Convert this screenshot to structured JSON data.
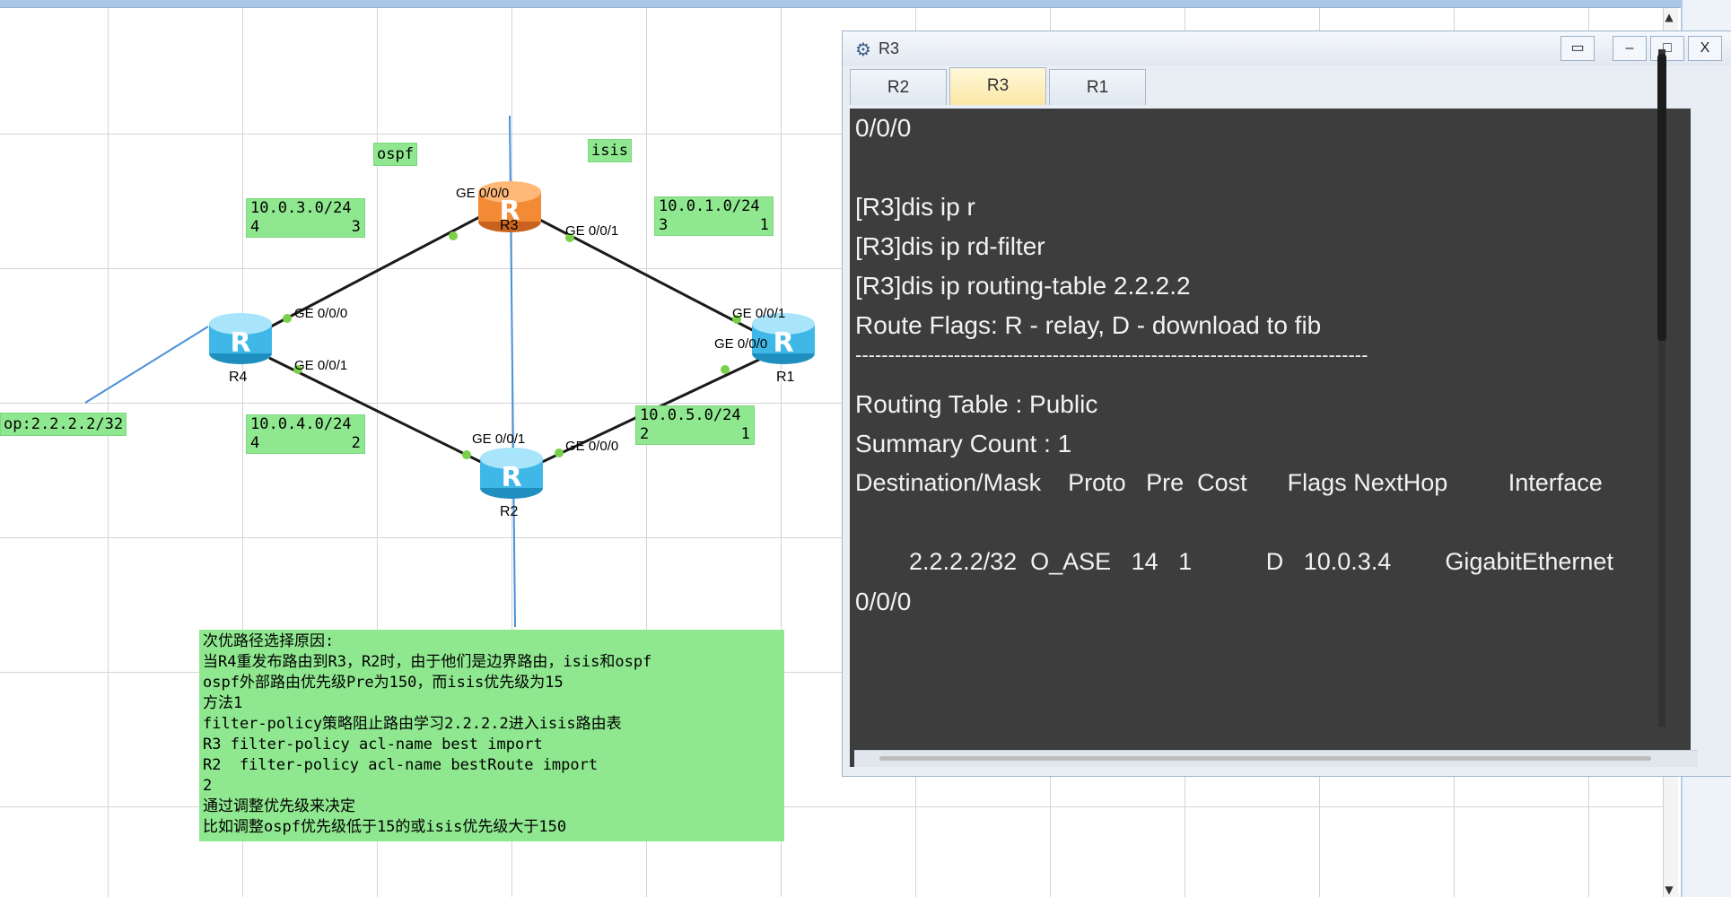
{
  "topology": {
    "routers": {
      "r3": "R3",
      "r4": "R4",
      "r1": "R1",
      "r2": "R2"
    },
    "router_glyph": "R",
    "ports": {
      "r3_ge000": "GE 0/0/0",
      "r3_ge001": "GE 0/0/1",
      "r4_ge000": "GE 0/0/0",
      "r4_ge001": "GE 0/0/1",
      "r1_ge001": "GE 0/0/1",
      "r1_ge000": "GE 0/0/0",
      "r2_ge001": "GE 0/0/1",
      "r2_ge000": "GE 0/0/0"
    },
    "labels": {
      "ospf": "ospf",
      "isis": "isis",
      "loopback": "op:2.2.2.2/32"
    },
    "links": {
      "r4_r3": {
        "net": "10.0.3.0/24",
        "left": "4",
        "right": "3"
      },
      "r3_r1": {
        "net": "10.0.1.0/24",
        "left": "3",
        "right": "1"
      },
      "r4_r2": {
        "net": "10.0.4.0/24",
        "left": "4",
        "right": "2"
      },
      "r2_r1": {
        "net": "10.0.5.0/24",
        "left": "2",
        "right": "1"
      }
    },
    "colors": {
      "router_blue": "#3fb8e8",
      "router_orange": "#f28a36",
      "note_green": "#8fe88f",
      "link_line": "#1a1a1a",
      "area_line": "#4a90d9",
      "port_dot": "#7ad04a"
    }
  },
  "note": {
    "lines": [
      "次优路径选择原因:",
      "当R4重发布路由到R3，R2时，由于他们是边界路由，isis和ospf",
      "ospf外部路由优先级Pre为150，而isis优先级为15",
      "方法1",
      "filter-policy策略阻止路由学习2.2.2.2进入isis路由表",
      "R3 filter-policy acl-name best import",
      "R2  filter-policy acl-name bestRoute import",
      "2",
      "通过调整优先级来决定",
      "比如调整ospf优先级低于15的或isis优先级大于150"
    ]
  },
  "console": {
    "title": "R3",
    "window_icon": "network-icon",
    "buttons": {
      "restore": "▭",
      "minimize": "–",
      "maximize": "□",
      "close": "X"
    },
    "tabs": [
      "R2",
      "R3",
      "R1"
    ],
    "active_tab": "R3",
    "lines": [
      "0/0/0",
      "",
      "[R3]dis ip r",
      "[R3]dis ip rd-filter",
      "[R3]dis ip routing-table 2.2.2.2",
      "Route Flags: R - relay, D - download to fib",
      "------------------------------------------------------------------------------",
      "Routing Table : Public",
      "Summary Count : 1",
      "Destination/Mask    Proto   Pre  Cost      Flags NextHop         Interface",
      "",
      "        2.2.2.2/32  O_ASE   14   1           D   10.0.3.4        GigabitEthernet",
      "0/0/0"
    ]
  },
  "scrollbar": {
    "up": "▲",
    "down": "▼"
  },
  "side_panel": {
    "close": "X"
  }
}
